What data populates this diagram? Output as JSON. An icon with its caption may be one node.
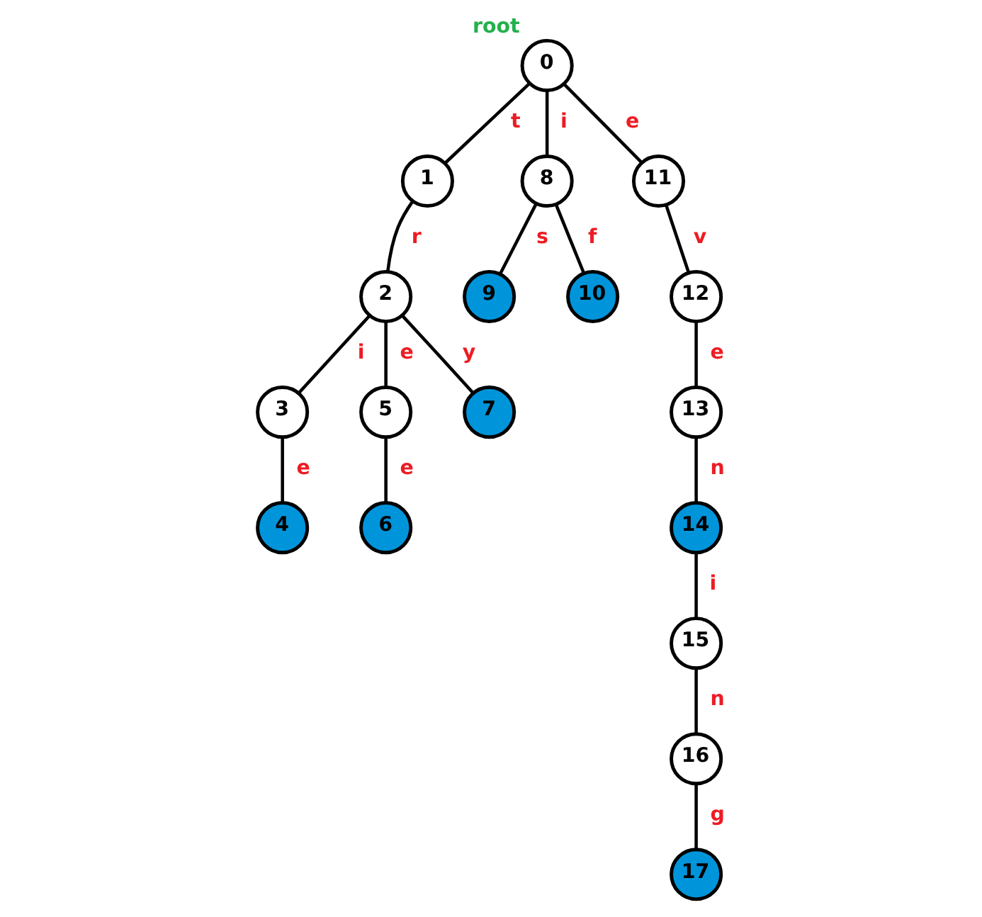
{
  "diagram": {
    "nodes": [
      {
        "text": [
          "0"
        ],
        "beside": [
          "root"
        ]
      },
      {
        "text": [
          "1"
        ]
      },
      {
        "text": [
          "2"
        ]
      },
      {
        "text": [
          "3"
        ]
      },
      {
        "text": [
          "4"
        ]
      },
      {
        "text": [
          "5"
        ]
      },
      {
        "text": [
          "6"
        ]
      },
      {
        "text": [
          "7"
        ]
      },
      {
        "text": [
          "8"
        ]
      },
      {
        "text": [
          "9"
        ]
      },
      {
        "text": [
          "10"
        ]
      },
      {
        "text": [
          "11"
        ]
      },
      {
        "text": [
          "12"
        ]
      },
      {
        "text": [
          "13"
        ]
      },
      {
        "text": [
          "14"
        ]
      },
      {
        "text": [
          "15"
        ]
      },
      {
        "text": [
          "16"
        ]
      },
      {
        "text": [
          "17"
        ]
      }
    ],
    "edges": [
      {
        "from": 0,
        "to": 1,
        "arrow": "none",
        "label": "t"
      },
      {
        "from": 0,
        "to": 8,
        "arrow": "none",
        "label": "i"
      },
      {
        "from": 0,
        "to": 11,
        "arrow": "none",
        "label": "e"
      },
      {
        "from": 1,
        "to": 2,
        "arrow": "none",
        "label": "r"
      },
      {
        "from": 2,
        "to": 3,
        "arrow": "none",
        "label": "i"
      },
      {
        "from": 2,
        "to": 5,
        "arrow": "none",
        "label": "e"
      },
      {
        "from": 2,
        "to": 7,
        "arrow": "none",
        "label": "y"
      },
      {
        "from": 3,
        "to": 4,
        "arrow": "none",
        "label": "e"
      },
      {
        "from": 5,
        "to": 6,
        "arrow": "none",
        "label": "e"
      },
      {
        "from": 8,
        "to": 9,
        "arrow": "none",
        "label": "s"
      },
      {
        "from": 8,
        "to": 10,
        "arrow": "none",
        "label": "f"
      },
      {
        "from": 11,
        "to": 12,
        "arrow": "none",
        "label": "v"
      },
      {
        "from": 12,
        "to": 13,
        "arrow": "none",
        "label": "e"
      },
      {
        "from": 13,
        "to": 14,
        "arrow": "none",
        "label": "n"
      },
      {
        "from": 14,
        "to": 15,
        "arrow": "none",
        "label": "i"
      },
      {
        "from": 15,
        "to": 16,
        "arrow": "none",
        "label": "n"
      },
      {
        "from": 16,
        "to": 17,
        "arrow": "none",
        "label": "g"
      }
    ]
  }
}
